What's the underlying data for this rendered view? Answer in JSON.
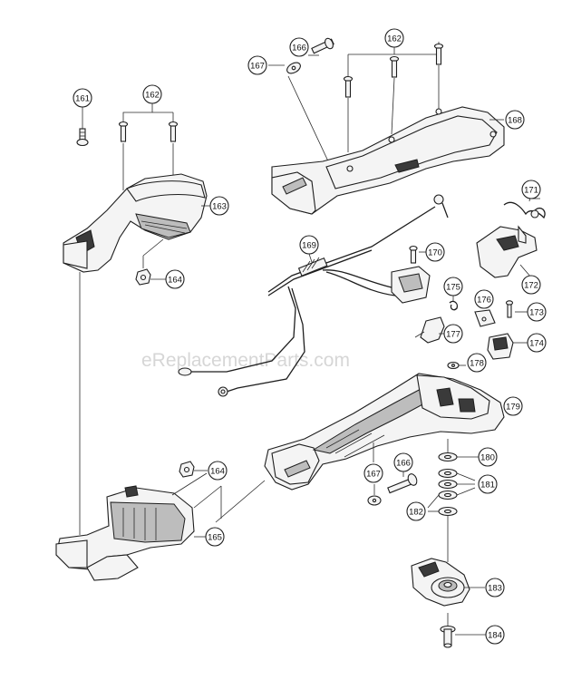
{
  "watermark": "eReplacementParts.com",
  "callouts": {
    "p161": "161",
    "p162a": "162",
    "p162b": "162",
    "p163": "163",
    "p164a": "164",
    "p164b": "164",
    "p165": "165",
    "p166a": "166",
    "p166b": "166",
    "p167a": "167",
    "p167b": "167",
    "p168": "168",
    "p169": "169",
    "p170": "170",
    "p171": "171",
    "p172": "172",
    "p173": "173",
    "p174": "174",
    "p175": "175",
    "p176": "176",
    "p177": "177",
    "p178": "178",
    "p179": "179",
    "p180": "180",
    "p181": "181",
    "p182": "182",
    "p183": "183",
    "p184": "184"
  }
}
